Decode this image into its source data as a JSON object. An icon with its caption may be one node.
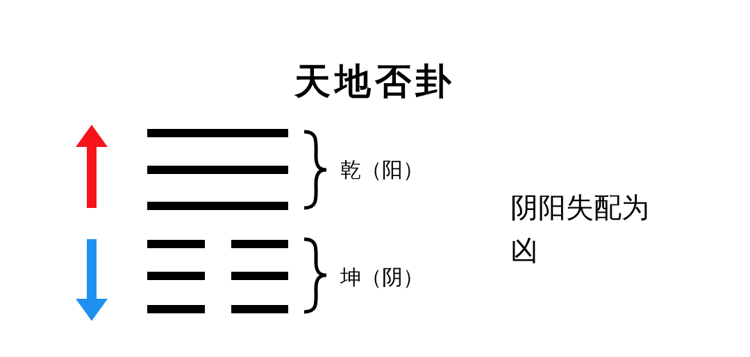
{
  "diagram": {
    "title": "天地否卦",
    "labels": [
      "乾（阳）",
      "坤（阴）",
      "阴阳失配为凶"
    ]
  }
}
